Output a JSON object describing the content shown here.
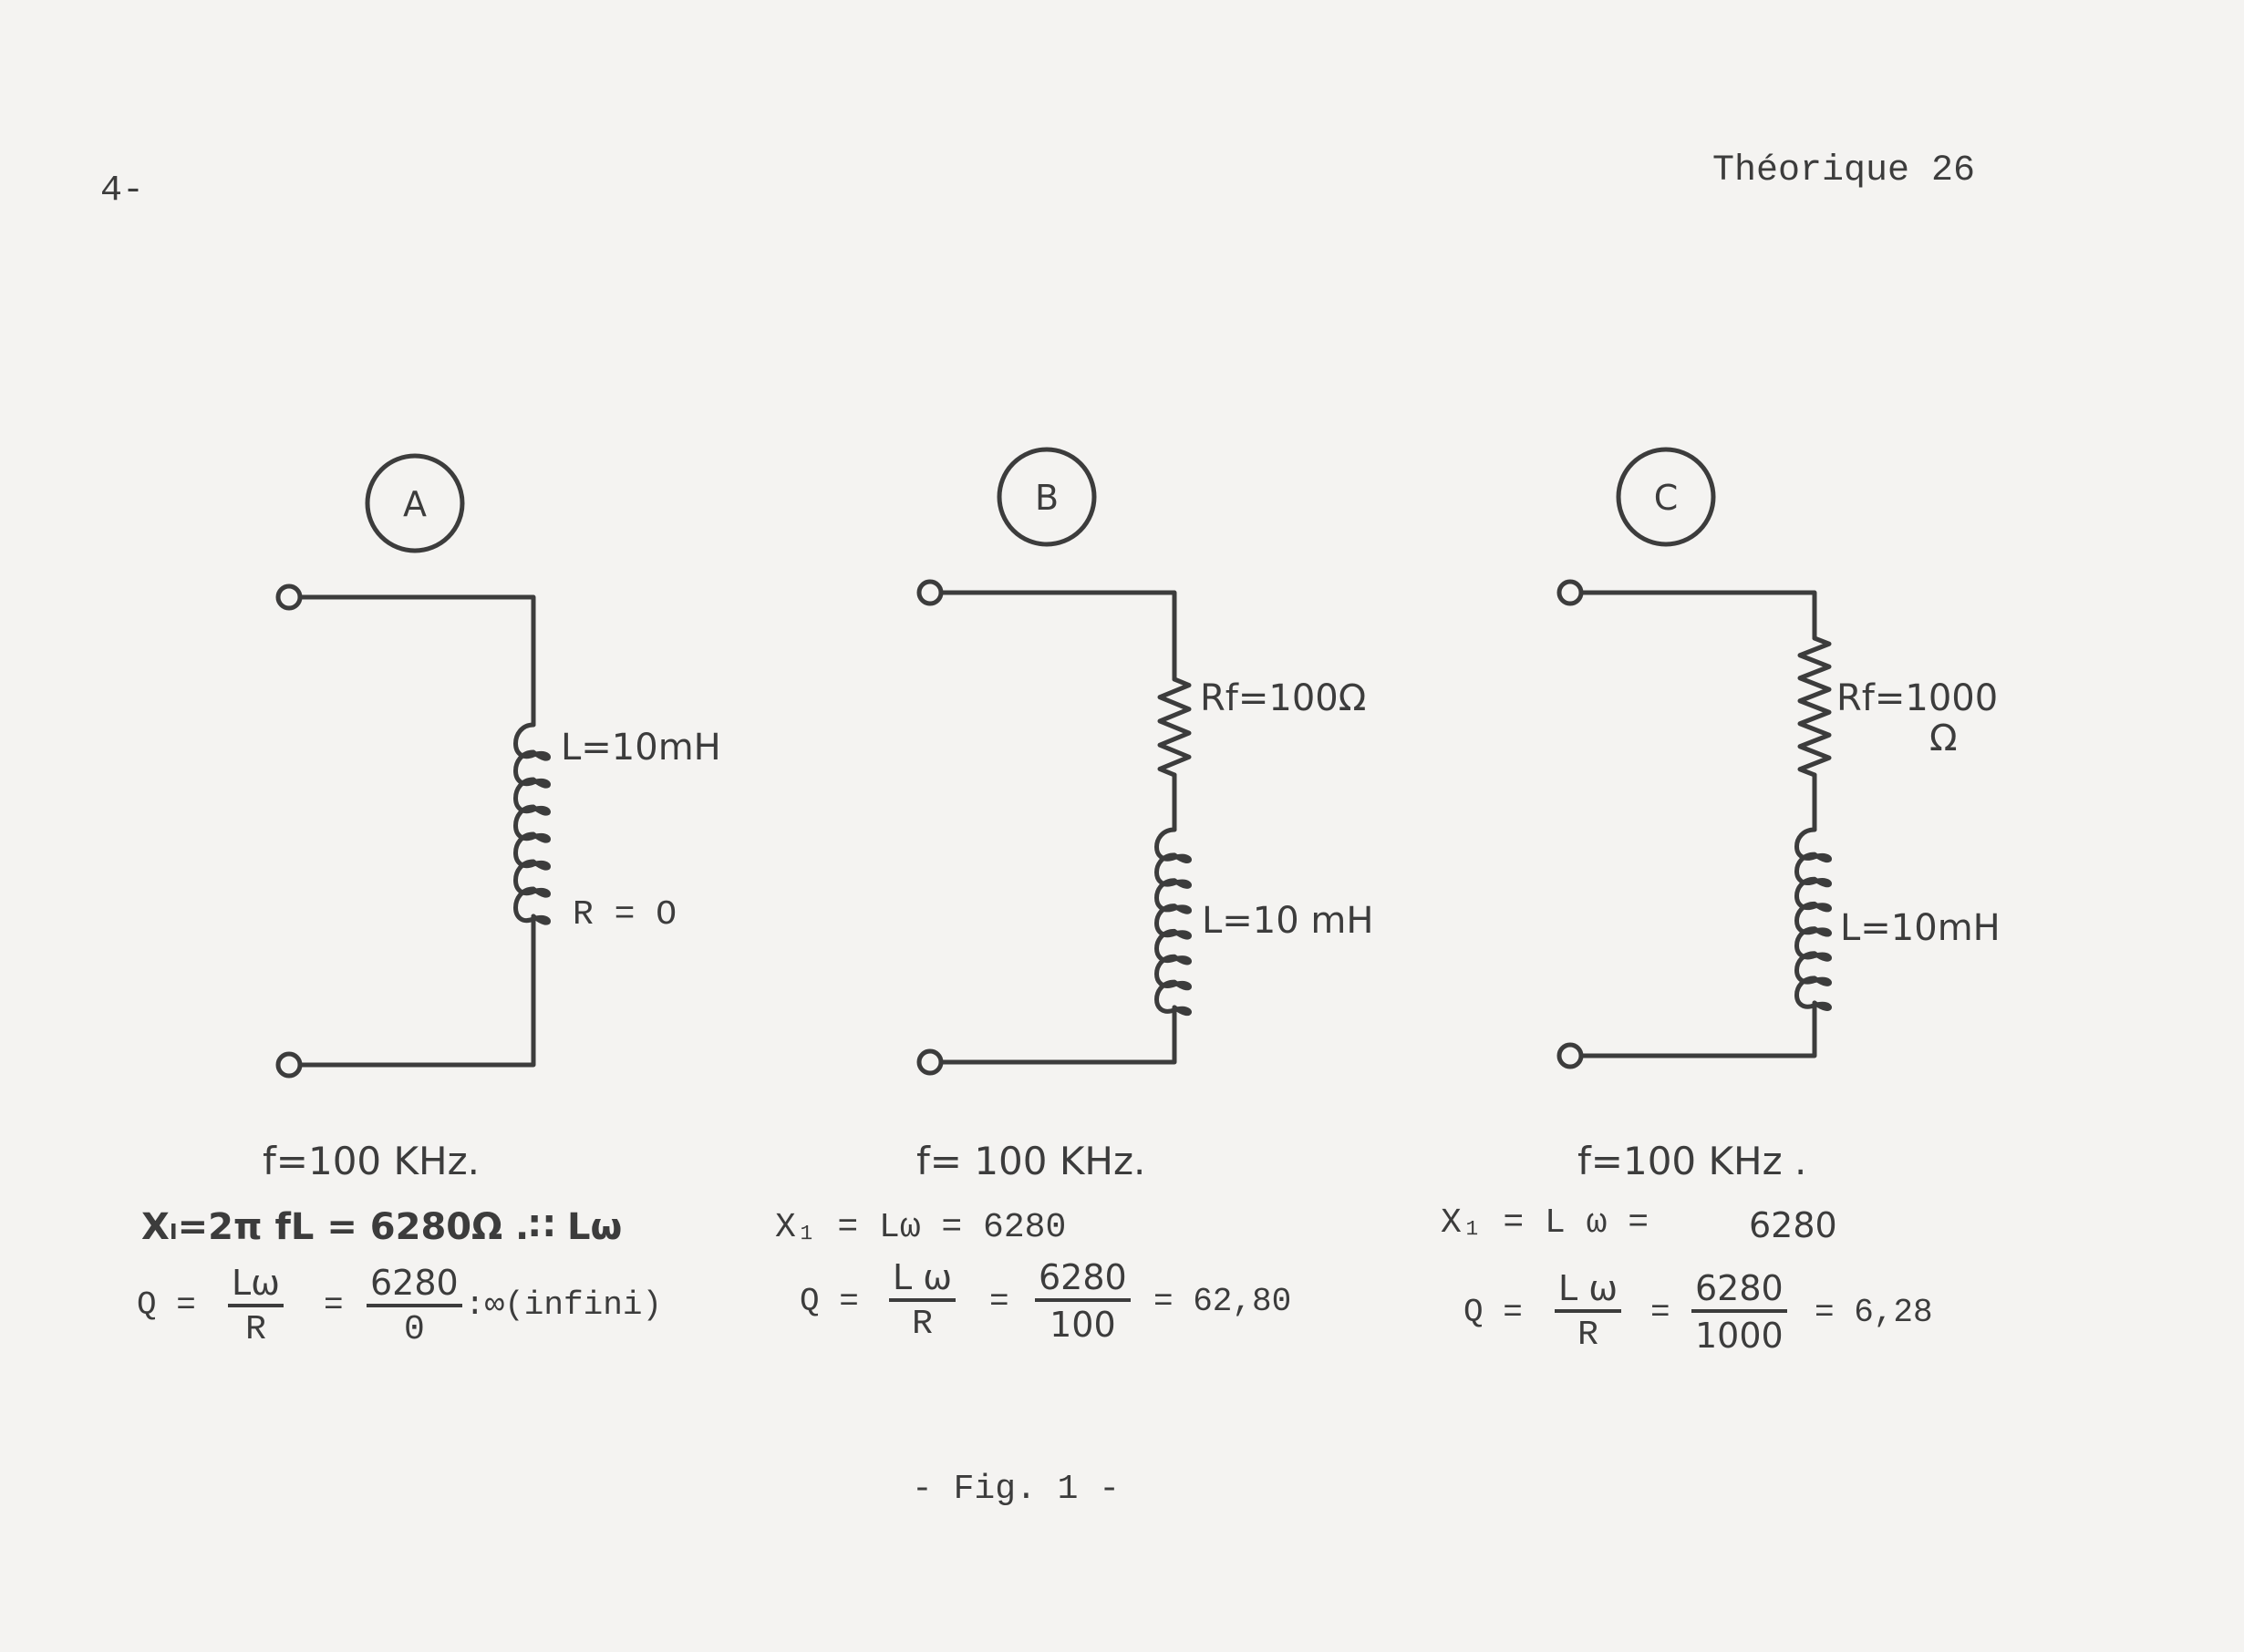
{
  "header": {
    "page_number": "4-",
    "section": "Théorique 26"
  },
  "circuits": [
    {
      "label": "A",
      "elements": {
        "inductor": "L=10mH",
        "resistance": "R = O"
      },
      "freq": "f=100 KHz.",
      "xl": "Xₗ=2π fL = 6280Ω .∷ Lω",
      "q": {
        "lhs": "Q =",
        "frac1_num": "Lω",
        "frac1_den": "R",
        "eq": "=",
        "frac2_num": "6280",
        "frac2_den": "0",
        "result": ":∞(infini)"
      }
    },
    {
      "label": "B",
      "elements": {
        "resistor": "Rf=100Ω",
        "inductor": "L=10 mH"
      },
      "freq": "f= 100 KHz.",
      "xl": "X₁ = Lω = 6280",
      "q": {
        "lhs": "Q =",
        "frac1_num": "L ω",
        "frac1_den": "R",
        "eq": "=",
        "frac2_num": "6280",
        "frac2_den": "100",
        "result": "= 62,80"
      }
    },
    {
      "label": "C",
      "elements": {
        "resistor": "Rf=1000",
        "resistor_unit": "Ω",
        "inductor": "L=10mH"
      },
      "freq": "f=100 KHz .",
      "xl": "X₁ = L ω =",
      "xl_value": "6280",
      "q": {
        "lhs": "Q =",
        "frac1_num": "L ω",
        "frac1_den": "R",
        "eq": "=",
        "frac2_num": "6280",
        "frac2_den": "1000",
        "result": "= 6,28"
      }
    }
  ],
  "caption": "- Fig. 1 -"
}
